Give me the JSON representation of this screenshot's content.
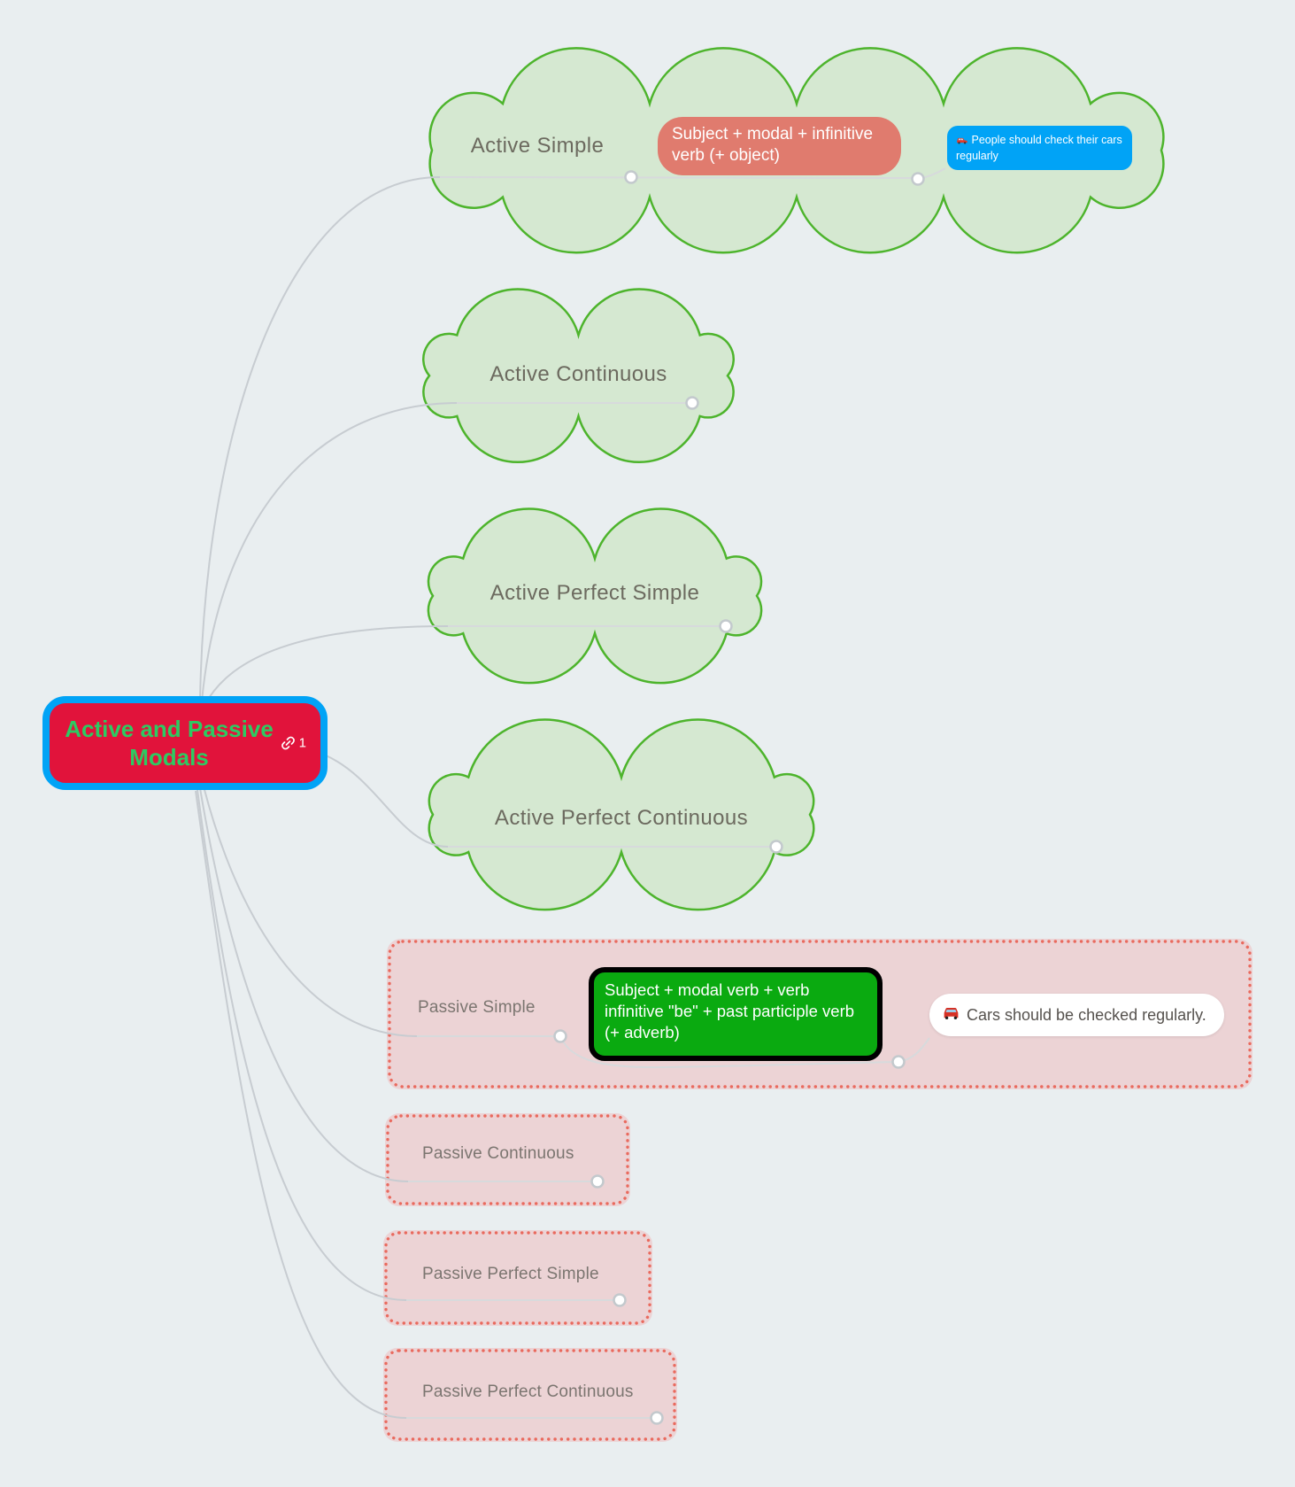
{
  "root": {
    "label": "Active and Passive Modals",
    "link_badge": "1"
  },
  "branches": {
    "active_simple": {
      "label": "Active Simple",
      "formula": "Subject + modal + infinitive verb (+ object)",
      "example": "People should check their cars regularly"
    },
    "active_continuous": {
      "label": "Active Continuous"
    },
    "active_perfect_simple": {
      "label": "Active Perfect Simple"
    },
    "active_perfect_continuous": {
      "label": "Active Perfect Continuous"
    },
    "passive_simple": {
      "label": "Passive Simple",
      "formula": "Subject + modal verb + verb infinitive \"be\" + past participle verb (+ adverb)",
      "example": "Cars should be checked regularly."
    },
    "passive_continuous": {
      "label": "Passive Continuous"
    },
    "passive_perfect_simple": {
      "label": "Passive Perfect Simple"
    },
    "passive_perfect_continuous": {
      "label": "Passive Perfect Continuous"
    }
  },
  "icons": {
    "root_badge": "link-icon",
    "active_example": "car-icon",
    "passive_example": "car-icon"
  },
  "colors": {
    "background": "#e9eef0",
    "cloud_fill": "#d5e8d1",
    "cloud_border": "#4db42c",
    "root_fill": "#e1133b",
    "root_border": "#01a3f6",
    "root_text": "#2dca62",
    "formula_active_fill": "#e07b6e",
    "example_active_fill": "#01a3f6",
    "passive_fill": "#ecd3d5",
    "passive_border": "#e96a5e",
    "formula_passive_fill": "#0aaa10",
    "formula_passive_border": "#000000",
    "example_passive_fill": "#ffffff",
    "connector": "#c7ccd1"
  }
}
